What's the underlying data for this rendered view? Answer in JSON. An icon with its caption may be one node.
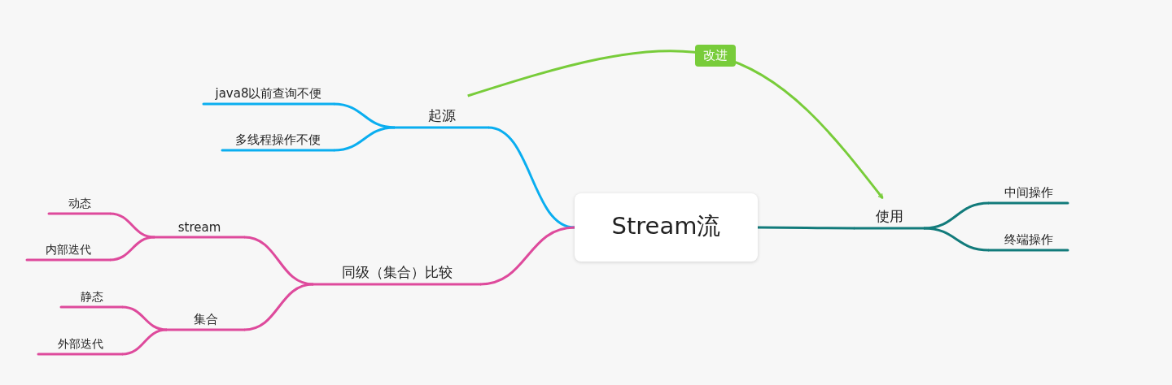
{
  "diagram": {
    "nodes": [
      {
        "text": [
          "Stream流"
        ]
      },
      {
        "text": [
          "起源"
        ]
      },
      {
        "text": [
          "java8以前查询不便"
        ]
      },
      {
        "text": [
          "多线程操作不便"
        ]
      },
      {
        "text": [
          "同级（集合）比较"
        ]
      },
      {
        "text": [
          "stream"
        ]
      },
      {
        "text": [
          "动态"
        ]
      },
      {
        "text": [
          "内部迭代"
        ]
      },
      {
        "text": [
          "集合"
        ]
      },
      {
        "text": [
          "静态"
        ]
      },
      {
        "text": [
          "外部迭代"
        ]
      },
      {
        "text": [
          "使用"
        ]
      },
      {
        "text": [
          "中间操作"
        ]
      },
      {
        "text": [
          "终端操作"
        ]
      }
    ],
    "edges": [
      {
        "from": 0,
        "to": 1,
        "arrow": "none",
        "color": "#0aaef0"
      },
      {
        "from": 1,
        "to": 2,
        "arrow": "none",
        "color": "#0aaef0"
      },
      {
        "from": 1,
        "to": 3,
        "arrow": "none",
        "color": "#0aaef0"
      },
      {
        "from": 0,
        "to": 4,
        "arrow": "none"
      },
      {
        "from": 4,
        "to": 5,
        "arrow": "none"
      },
      {
        "from": 5,
        "to": 6,
        "arrow": "none"
      },
      {
        "from": 5,
        "to": 7,
        "arrow": "none"
      },
      {
        "from": 4,
        "to": 8,
        "arrow": "none"
      },
      {
        "from": 8,
        "to": 9,
        "arrow": "none"
      },
      {
        "from": 8,
        "to": 10,
        "arrow": "none"
      },
      {
        "from": 0,
        "to": 11,
        "arrow": "none",
        "color": "#127b7b"
      },
      {
        "from": 11,
        "to": 12,
        "arrow": "none",
        "color": "#127b7b"
      },
      {
        "from": 11,
        "to": 13,
        "arrow": "none",
        "color": "#127b7b"
      },
      {
        "from": 1,
        "to": 11,
        "arrow": "to",
        "label": "改进",
        "color": "#78cc3a"
      }
    ]
  }
}
